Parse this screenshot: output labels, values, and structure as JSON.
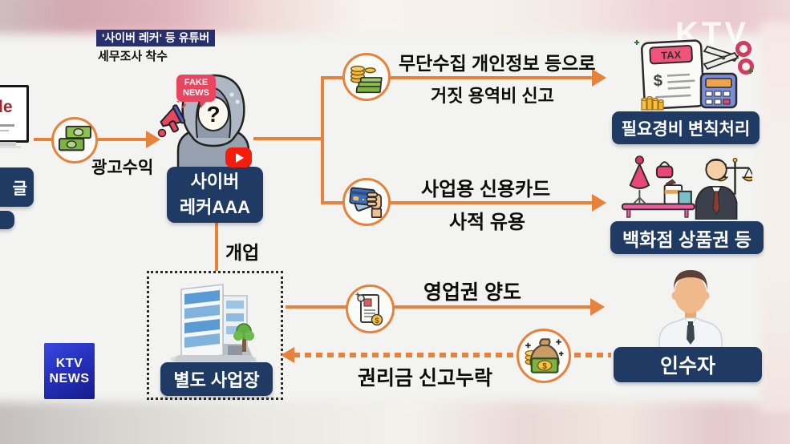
{
  "station_watermark": "KTV",
  "header": {
    "badge": "'사이버 레커' 등 유튜버",
    "subtitle": "세무조사 착수"
  },
  "source": {
    "screen_text": "le",
    "label_fragment": "글"
  },
  "actor": {
    "fake_news": [
      "FAKE",
      "NEWS"
    ],
    "name_lines": [
      "사이버",
      "레커AAA"
    ]
  },
  "labels": {
    "ad_revenue": "광고수익",
    "open_business": "개업",
    "separate_office": "별도 사업장",
    "acquirer": "인수자"
  },
  "arrows": {
    "false_expense": [
      "무단수집 개인정보 등으로",
      "거짓 용역비 신고"
    ],
    "card_misuse": [
      "사업용 신용카드",
      "사적 유용"
    ],
    "goodwill_transfer": "영업권 양도",
    "premium_omission": "권리금 신고누락"
  },
  "results": {
    "expense_manipulation": "필요경비 변칙처리",
    "department_store": "백화점 상품권 등"
  },
  "logo": [
    "KTV",
    "NEWS"
  ],
  "icons": {
    "money-bills-icon": "green banknotes in orange circle",
    "coins-cash-icon": "gold coin stack with banknotes",
    "credit-card-hand-icon": "hand holding blue credit card",
    "tax-document-icon": "tax paper with scissors, calculator and coins",
    "shopping-goods-icon": "dress mannequin, handbag and gift boxes",
    "lawyer-scales-icon": "businessman with scales of justice",
    "hooded-youtuber-icon": "hooded figure with question-mark face",
    "megaphone-icon": "red megaphone",
    "youtube-play-icon": "red play button",
    "building-icon": "blue glass office building with tree",
    "contract-scroll-icon": "document scroll with coin",
    "money-bag-icon": "money bag with banknote and coins",
    "acquirer-person-icon": "businessman bust with tie",
    "monitor-icon": "computer monitor with search page"
  },
  "colors": {
    "navy": "#1f3a63",
    "badge_navy": "#272f6e",
    "arrow_orange": "#e8823a",
    "fake_news_pink": "#e8465f",
    "youtube_red": "#f61c0d",
    "logo_blue_top": "#3a47e0",
    "logo_blue_bottom": "#171b8d",
    "panel_gray": "#f2f2f0"
  }
}
